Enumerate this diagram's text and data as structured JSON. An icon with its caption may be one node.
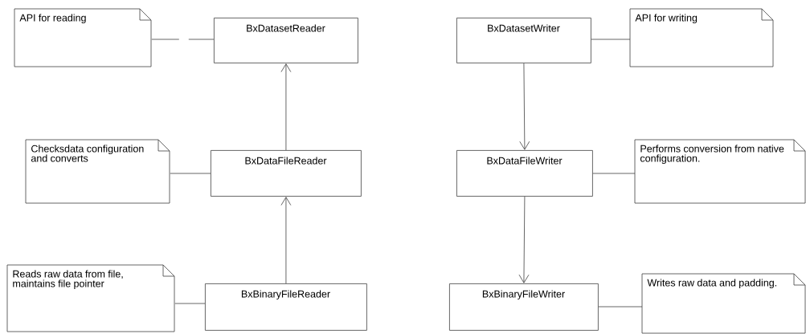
{
  "diagram": {
    "nodes": [
      {
        "text": [
          "API for reading"
        ]
      },
      {
        "text": [
          "BxDatasetReader"
        ]
      },
      {
        "text": [
          "BxDatasetWriter"
        ]
      },
      {
        "text": [
          "API for writing"
        ]
      },
      {
        "text": [
          "Checksdata configuration and converts"
        ]
      },
      {
        "text": [
          "BxDataFileReader"
        ]
      },
      {
        "text": [
          "BxDataFileWriter"
        ]
      },
      {
        "text": [
          "Performs conversion from native configuration."
        ]
      },
      {
        "text": [
          "Reads raw data from file, maintains file pointer"
        ]
      },
      {
        "text": [
          "BxBinaryFileReader"
        ]
      },
      {
        "text": [
          "BxBinaryFileWriter"
        ]
      },
      {
        "text": [
          "Writes raw data and padding."
        ]
      }
    ],
    "edges": [
      {
        "from": 0,
        "to": 1,
        "arrow": "none",
        "style": "dashed"
      },
      {
        "from": 2,
        "to": 3,
        "arrow": "none"
      },
      {
        "from": 5,
        "to": 1,
        "arrow": "to"
      },
      {
        "from": 2,
        "to": 6,
        "arrow": "to"
      },
      {
        "from": 4,
        "to": 5,
        "arrow": "none"
      },
      {
        "from": 6,
        "to": 7,
        "arrow": "none"
      },
      {
        "from": 9,
        "to": 5,
        "arrow": "to"
      },
      {
        "from": 6,
        "to": 10,
        "arrow": "to"
      },
      {
        "from": 8,
        "to": 9,
        "arrow": "none"
      },
      {
        "from": 10,
        "to": 11,
        "arrow": "none"
      }
    ]
  }
}
